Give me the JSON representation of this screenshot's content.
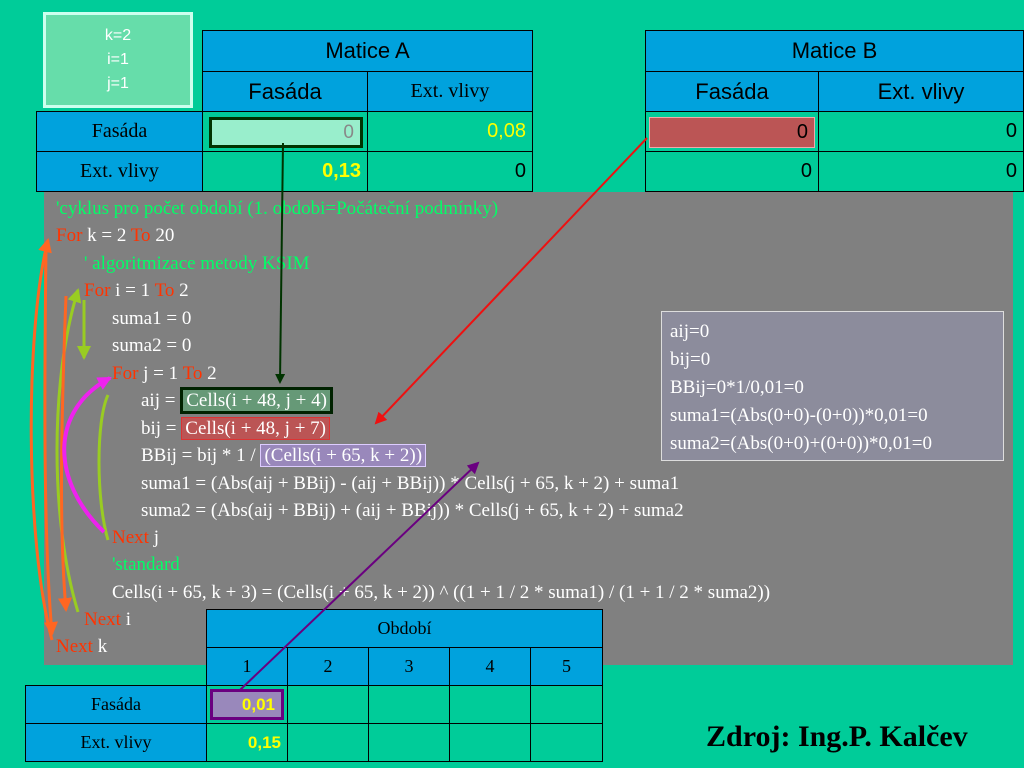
{
  "counters": {
    "k": "k=2",
    "i": "i=1",
    "j": "j=1"
  },
  "matrix_a": {
    "title": "Matice A",
    "col_headers": [
      "Fasáda",
      "Ext. vlivy"
    ],
    "row_headers": [
      "Fasáda",
      "Ext. vlivy"
    ],
    "rows": [
      [
        "0",
        "0,08"
      ],
      [
        "0,13",
        "0"
      ]
    ]
  },
  "matrix_b": {
    "title": "Matice B",
    "col_headers": [
      "Fasáda",
      "Ext. vlivy"
    ],
    "rows": [
      [
        "0",
        "0"
      ],
      [
        "0",
        "0"
      ]
    ]
  },
  "code": {
    "line1": "'cyklus pro počet období (1. obdobi=Počáteční podmínky)",
    "for_kw": "For",
    "to_kw": "To",
    "next_kw": "Next",
    "line2_var": " k = 2 ",
    "line2_end": " 20",
    "line3": "' algoritmizace metody KSIM",
    "line4_var": " i = 1 ",
    "line4_end": " 2",
    "line5": "suma1 = 0",
    "line6": "suma2 = 0",
    "line7_var": " j = 1 ",
    "line7_end": " 2",
    "line8_pre": "aij = ",
    "line8_hl": "Cells(i + 48, j + 4)",
    "line9_pre": "bij = ",
    "line9_hl": "Cells(i + 48, j + 7)",
    "line10_pre": "BBij = bij * 1 / ",
    "line10_hl": "(Cells(i + 65, k + 2))",
    "line11": "suma1 = (Abs(aij + BBij) - (aij + BBij)) * Cells(j + 65, k + 2) + suma1",
    "line12": "suma2 = (Abs(aij + BBij) + (aij + BBij)) * Cells(j + 65, k + 2) + suma2",
    "line13_var": " j",
    "line14": "'standard",
    "line15": "Cells(i + 65, k + 3) = (Cells(i + 65, k + 2)) ^ ((1 + 1 / 2 * suma1) / (1 + 1 / 2 * suma2))",
    "line16_var": " i",
    "line17_var": " k"
  },
  "info": {
    "lines": [
      "aij=0",
      "bij=0",
      "BBij=0*1/0,01=0",
      "suma1=(Abs(0+0)-(0+0))*0,01=0",
      "suma2=(Abs(0+0)+(0+0))*0,01=0"
    ]
  },
  "period_table": {
    "title": "Období",
    "periods": [
      "1",
      "2",
      "3",
      "4",
      "5"
    ],
    "row_headers": [
      "Fasáda",
      "Ext. vlivy"
    ],
    "rows": [
      [
        "0,01",
        "",
        "",
        "",
        ""
      ],
      [
        "0,15",
        "",
        "",
        "",
        ""
      ]
    ]
  },
  "source": "Zdroj: Ing.P. Kalčev",
  "colors": {
    "background": "#00cc99",
    "table_blue": "#00a2dd",
    "code_bg": "#808080",
    "keyword_red": "#ff3300",
    "comment_green": "#00ff66",
    "highlight_yellow": "#ffff00"
  }
}
